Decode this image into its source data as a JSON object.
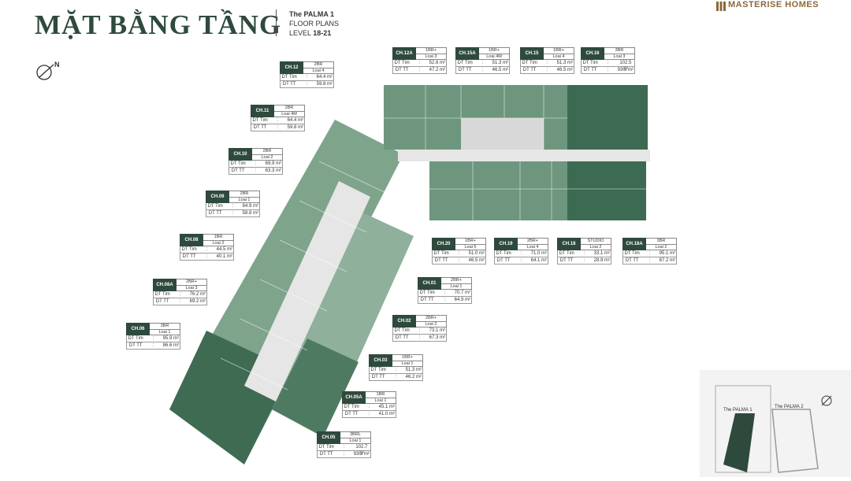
{
  "title": "MẶT BẰNG TẦNG",
  "project": "The PALMA 1",
  "plan_type": "FLOOR PLANS",
  "level_label": "LEVEL",
  "level": "18-21",
  "brand": "MASTERISE HOMES",
  "compass_label": "N",
  "units": [
    {
      "id": "CH.12A",
      "type": "1BR+",
      "layout": "Loai 3",
      "tim": "52.8 m²",
      "tt": "47.2 m²"
    },
    {
      "id": "CH.15A",
      "type": "1BR+",
      "layout": "Loai 4M",
      "tim": "51.3 m²",
      "tt": "46.5 m²"
    },
    {
      "id": "CH.15",
      "type": "1BR+",
      "layout": "Loai 4",
      "tim": "51.3 m²",
      "tt": "46.5 m²"
    },
    {
      "id": "CH.16",
      "type": "3BR",
      "layout": "Loai 3",
      "tim": "102.5 m²",
      "tt": "93.9 m²"
    },
    {
      "id": "CH.12",
      "type": "2BR",
      "layout": "Loai 4",
      "tim": "64.4 m²",
      "tt": "59.8 m²"
    },
    {
      "id": "CH.11",
      "type": "2BR",
      "layout": "Loai 4M",
      "tim": "64.4 m²",
      "tt": "59.8 m²"
    },
    {
      "id": "CH.10",
      "type": "2BR",
      "layout": "Loai 2",
      "tim": "69.9 m²",
      "tt": "63.3 m²"
    },
    {
      "id": "CH.09",
      "type": "2BR",
      "layout": "Loai 1",
      "tim": "64.9 m²",
      "tt": "58.8 m²"
    },
    {
      "id": "CH.08",
      "type": "1BR",
      "layout": "Loai 2",
      "tim": "44.5 m²",
      "tt": "40.1 m²"
    },
    {
      "id": "CH.08A",
      "type": "2BR+",
      "layout": "Loai 3",
      "tim": "76.2 m²",
      "tt": "69.2 m²"
    },
    {
      "id": "CH.06",
      "type": "3BR",
      "layout": "Loai 1",
      "tim": "95.9 m²",
      "tt": "86.6 m²"
    },
    {
      "id": "CH.20",
      "type": "1BR+",
      "layout": "Loai 5",
      "tim": "51.0 m²",
      "tt": "46.5 m²"
    },
    {
      "id": "CH.19",
      "type": "2BR+",
      "layout": "Loai 4",
      "tim": "71.0 m²",
      "tt": "64.1 m²"
    },
    {
      "id": "CH.18",
      "type": "STUDIO",
      "layout": "Loai 2",
      "tim": "33.1 m²",
      "tt": "28.9 m²"
    },
    {
      "id": "CH.18A",
      "type": "3BR",
      "layout": "Loai 2",
      "tim": "95.1 m²",
      "tt": "87.2 m²"
    },
    {
      "id": "CH.01",
      "type": "2BR+",
      "layout": "Loai 1",
      "tim": "70.7 m²",
      "tt": "64.9 m²"
    },
    {
      "id": "CH.02",
      "type": "2BR+",
      "layout": "Loai 2",
      "tim": "73.1 m²",
      "tt": "67.3 m²"
    },
    {
      "id": "CH.03",
      "type": "1BR+",
      "layout": "Loai 1",
      "tim": "51.3 m²",
      "tt": "46.2 m²"
    },
    {
      "id": "CH.05A",
      "type": "1BR",
      "layout": "Loai 1",
      "tim": "45.1 m²",
      "tt": "41.0 m²"
    },
    {
      "id": "CH.05",
      "type": "3BRL",
      "layout": "Loai 1",
      "tim": "102.7 m²",
      "tt": "93.3 m²"
    }
  ],
  "labels": {
    "tim": "DT Tim",
    "tt": "DT TT"
  },
  "minimap": {
    "left": "The PALMA 1",
    "right": "The PALMA 2"
  }
}
